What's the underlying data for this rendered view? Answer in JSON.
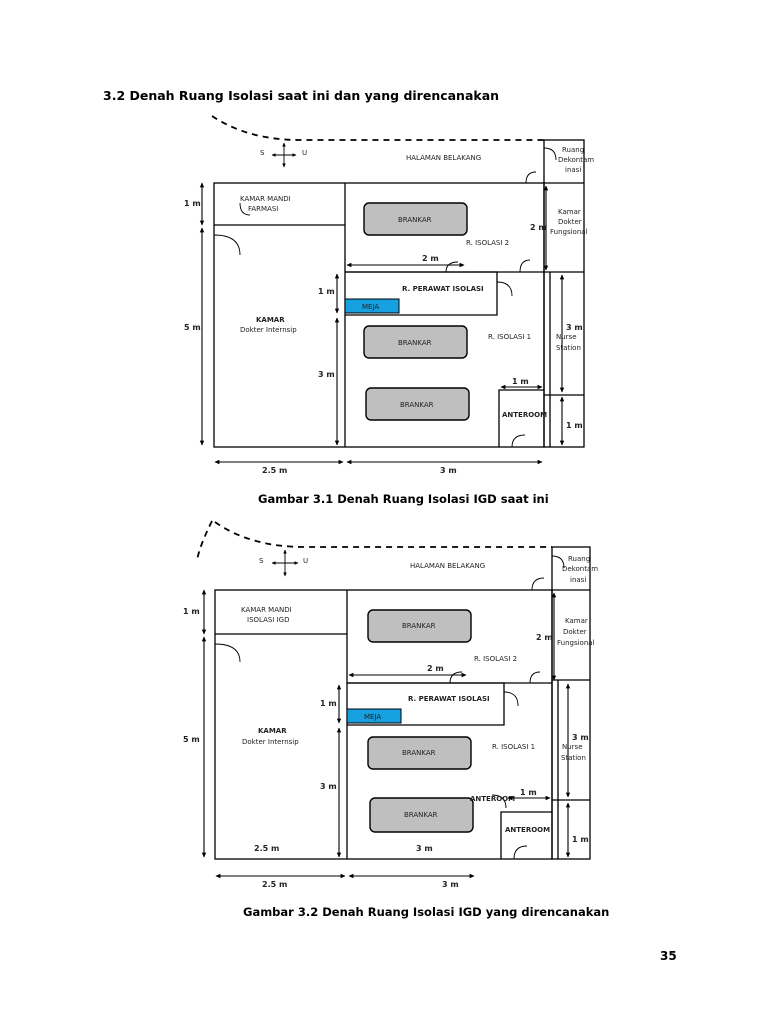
{
  "section_title": "3.2  Denah Ruang Isolasi saat ini dan yang direncanakan",
  "page_number": "35",
  "plan1": {
    "caption": "Gambar 3.1 Denah Ruang Isolasi IGD saat ini",
    "compass_s": "S",
    "compass_u": "U",
    "halaman": "HALAMAN BELAKANG",
    "ruang_dekon": [
      "Ruang",
      "Dekontam",
      "inasi"
    ],
    "kamar_dokter_fungsional": [
      "Kamar",
      "Dokter",
      "Fungsional"
    ],
    "kamar_mandi": [
      "KAMAR MANDI",
      "FARMASI"
    ],
    "kamar_dokter_internsip": [
      "KAMAR",
      "Dokter Internsip"
    ],
    "brankar": "BRANKAR",
    "isolasi2": "R. ISOLASI 2",
    "isolasi1": "R. ISOLASI 1",
    "perawat": "R. PERAWAT ISOLASI",
    "meja": "MEJA",
    "nurse_station": [
      "Nurse",
      "Station"
    ],
    "anteroom": "ANTEROOM",
    "dims": {
      "d1m_left": "1 m",
      "d5m": "5 m",
      "d2m": "2 m",
      "d2m_right": "2 m",
      "d1m_inner": "1 m",
      "d3m_inner": "3 m",
      "d3m_right": "3 m",
      "d1m_ante": "1 m",
      "d1m_right": "1 m",
      "d25m_bottom": "2.5 m",
      "d3m_bottom": "3 m"
    }
  },
  "plan2": {
    "caption": "Gambar 3.2 Denah Ruang Isolasi IGD yang direncanakan",
    "compass_s": "S",
    "compass_u": "U",
    "halaman": "HALAMAN BELAKANG",
    "ruang_dekon": [
      "Ruang",
      "Dekontam",
      "inasi"
    ],
    "kamar_dokter_fungsional": [
      "Kamar",
      "Dokter",
      "Fungsional"
    ],
    "kamar_mandi": [
      "KAMAR MANDI",
      "ISOLASI IGD"
    ],
    "kamar_dokter_internsip": [
      "KAMAR",
      "Dokter Internsip"
    ],
    "brankar": "BRANKAR",
    "isolasi2": "R. ISOLASI 2",
    "isolasi1": "R. ISOLASI 1",
    "perawat": "R. PERAWAT ISOLASI",
    "meja": "MEJA",
    "nurse_station": [
      "Nurse",
      "Station"
    ],
    "anteroom_left": "ANTEROOM",
    "anteroom": "ANTEROOM",
    "dims": {
      "d1m_left": "1 m",
      "d5m": "5 m",
      "d2m": "2 m",
      "d2m_right": "2 m",
      "d1m_inner": "1 m",
      "d3m_inner": "3 m",
      "d3m_right": "3 m",
      "d1m_ante": "1 m",
      "d1m_right": "1 m",
      "in25m": "2.5 m",
      "in3m": "3 m",
      "d25m_bottom": "2.5 m",
      "d3m_bottom": "3 m"
    }
  }
}
